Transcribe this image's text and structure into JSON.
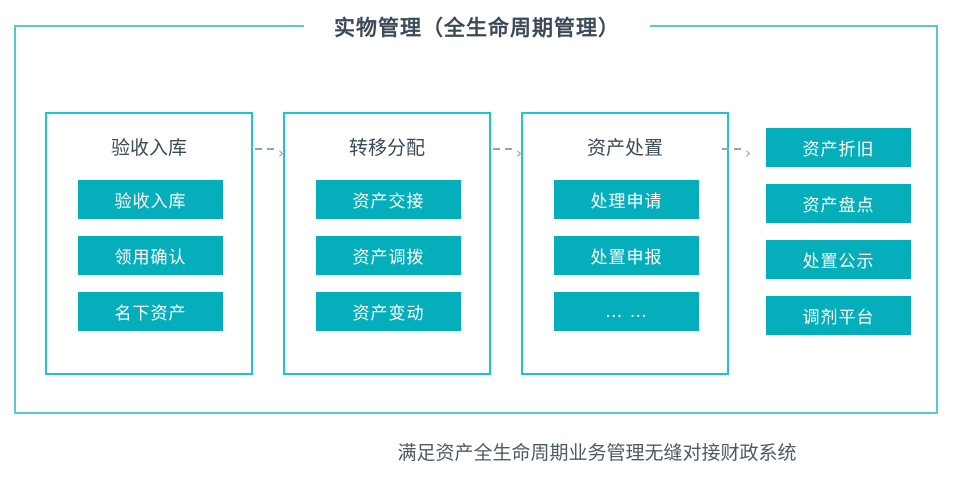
{
  "panel": {
    "title": "实物管理（全生命周期管理）",
    "frame_color": "#5ac8d4"
  },
  "caption": "满足资产全生命周期业务管理无缝对接财政系统",
  "colors": {
    "chip_fill": "#05aebb",
    "chip_text": "#ffffff",
    "stage_border": "#18c6d4",
    "heading_text": "#3c4a57",
    "connector": "#9aa3ab"
  },
  "stages": [
    {
      "header": "验收入库",
      "boxed": true,
      "items": [
        "验收入库",
        "领用确认",
        "名下资产"
      ]
    },
    {
      "header": "转移分配",
      "boxed": true,
      "items": [
        "资产交接",
        "资产调拨",
        "资产变动"
      ]
    },
    {
      "header": "资产处置",
      "boxed": true,
      "items": [
        "处理申请",
        "处置申报",
        "… …"
      ]
    },
    {
      "header": "",
      "boxed": false,
      "items": [
        "资产折旧",
        "资产盘点",
        "处置公示",
        "调剂平台"
      ]
    }
  ],
  "connectors": [
    {
      "label": "arrow-stage-1-to-2"
    },
    {
      "label": "arrow-stage-2-to-3"
    },
    {
      "label": "arrow-stage-3-to-4"
    }
  ]
}
